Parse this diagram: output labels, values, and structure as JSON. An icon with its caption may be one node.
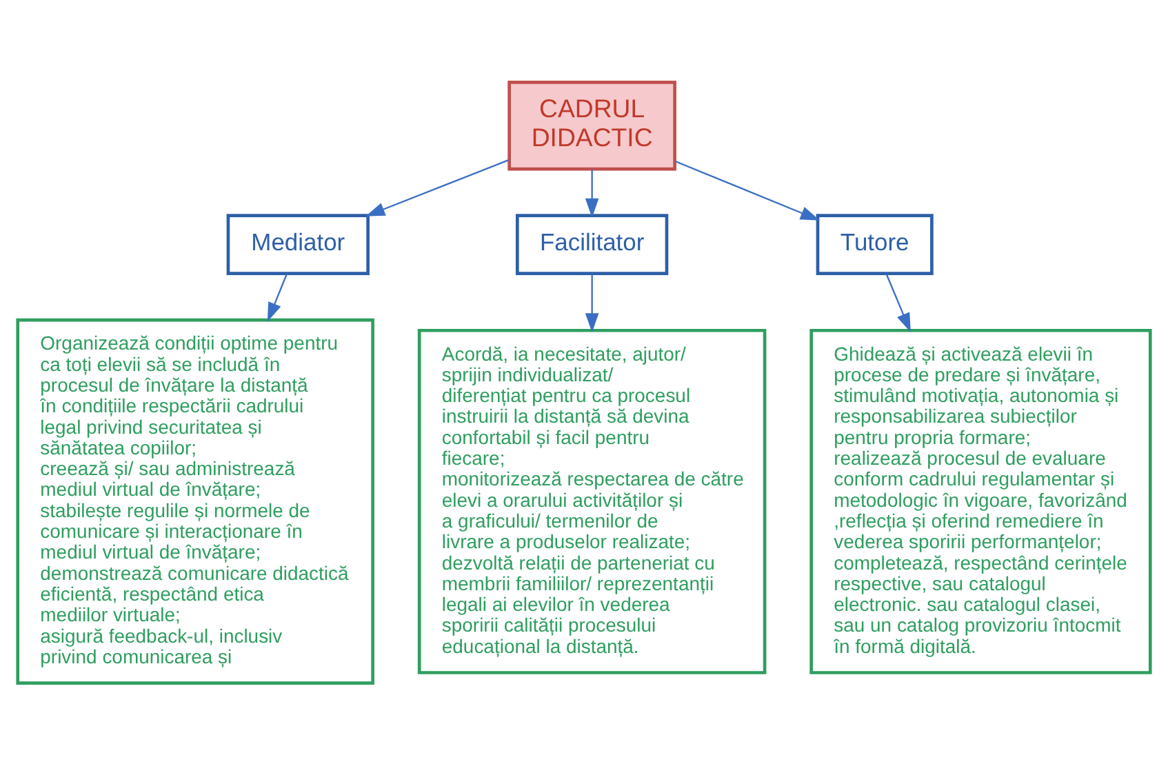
{
  "diagram": {
    "nodes": [
      {
        "text": [
          "CADRUL DIDACTIC"
        ]
      },
      {
        "text": [
          "Mediator"
        ]
      },
      {
        "text": [
          "Facilitator"
        ]
      },
      {
        "text": [
          "Tutore"
        ]
      },
      {
        "text": [
          "Organizează condiții optime pentru ca toți elevii să se includă în procesul de învățare la distanță în condițiile respectării cadrului legal privind securitatea și sănătatea copiilor;",
          "creează și/ sau administrează mediul virtual de învățare;",
          "stabilește regulile și normele de comunicare și interacționare în mediul virtual de învățare;",
          "demonstrează comunicare didactică eficientă, respectând etica mediilor virtuale;",
          "asigură feedback-ul, inclusiv privind comunicarea și"
        ]
      },
      {
        "text": [
          "Acordă, ia necesitate, ajutor/ sprijin individualizat/ diferențiat pentru ca procesul instruirii la distanță să devina confortabil și facil pentru fiecare;",
          "monitorizează respectarea de către elevi a orarului activităților și a graficului/ termenilor de livrare a produselor realizate;",
          "dezvoltă relații de parteneriat cu membrii familiilor/ reprezentanții legali ai elevilor în vederea sporirii calității procesului educațional la distanță."
        ]
      },
      {
        "text": [
          "Ghidează și activează elevii în procese de predare și învățare, stimulând motivația, autonomia și responsabilizarea subiecților pentru propria formare;",
          "realizează procesul de evaluare conform cadrului regulamentar și metodologic în vigoare, favorizând ,reflecția și oferind remediere în vederea sporirii performanțelor;",
          "completează, respectând cerințele respective, sau catalogul electronic. sau catalogul clasei, sau un catalog provizoriu întocmit în formă digitală."
        ]
      }
    ],
    "edges": [
      {
        "from": 0,
        "to": 1,
        "arrow": "to"
      },
      {
        "from": 0,
        "to": 2,
        "arrow": "to"
      },
      {
        "from": 0,
        "to": 3,
        "arrow": "to"
      },
      {
        "from": 1,
        "to": 4,
        "arrow": "to"
      },
      {
        "from": 2,
        "to": 5,
        "arrow": "to"
      },
      {
        "from": 3,
        "to": 6,
        "arrow": "to"
      }
    ]
  }
}
